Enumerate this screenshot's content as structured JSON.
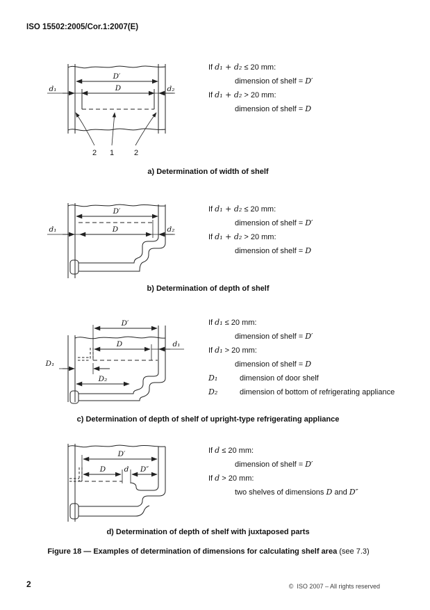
{
  "page": {
    "header": "ISO 15502:2005/Cor.1:2007(E)",
    "page_number": "2",
    "copyright": "©  ISO 2007 – All rights reserved",
    "figure_caption": "Figure 18 — Examples of determination of dimensions for calculating shelf area",
    "figure_caption_ref": " (see 7.3)"
  },
  "section_a": {
    "caption": "a) Determination of width of shelf",
    "cond1": {
      "pre": "If ",
      "math": "d₁ + d₂",
      "post": " ≤ 20 mm:"
    },
    "res1": {
      "pre": "dimension of shelf = ",
      "math": "D′"
    },
    "cond2": {
      "pre": "If ",
      "math": "d₁ + d₂",
      "post": " > 20 mm:"
    },
    "res2": {
      "pre": "dimension of shelf = ",
      "math": "D"
    },
    "labels": {
      "Dp": "D′",
      "D": "D",
      "d1": "d₁",
      "d2": "d₂",
      "k2a": "2",
      "k1": "1",
      "k2b": "2"
    }
  },
  "section_b": {
    "caption": "b) Determination of depth of shelf",
    "cond1": {
      "pre": "If ",
      "math": "d₁ + d₂",
      "post": " ≤ 20 mm:"
    },
    "res1": {
      "pre": "dimension of shelf = ",
      "math": "D′"
    },
    "cond2": {
      "pre": "If ",
      "math": "d₁ + d₂",
      "post": " > 20 mm:"
    },
    "res2": {
      "pre": "dimension of shelf = ",
      "math": "D"
    },
    "labels": {
      "Dp": "D′",
      "D": "D",
      "d1": "d₁",
      "d2": "d₂"
    }
  },
  "section_c": {
    "caption": "c) Determination of depth of shelf of upright-type refrigerating appliance",
    "cond1": {
      "pre": "If ",
      "math": "d₁",
      "post": " ≤ 20 mm:"
    },
    "res1": {
      "pre": "dimension of shelf = ",
      "math": "D′"
    },
    "cond2": {
      "pre": "If ",
      "math": "d₁",
      "post": " > 20 mm:"
    },
    "res2": {
      "pre": "dimension of shelf = ",
      "math": "D"
    },
    "def1": {
      "term": "D₁",
      "text": "dimension of door shelf"
    },
    "def2": {
      "term": "D₂",
      "text": "dimension of bottom of refrigerating appliance"
    },
    "labels": {
      "Dp": "D′",
      "D": "D",
      "d1": "d₁",
      "D1": "D₁",
      "D2": "D₂"
    }
  },
  "section_d": {
    "caption": "d) Determination of depth of shelf with juxtaposed parts",
    "cond1": {
      "pre": "If ",
      "math": "d",
      "post": " ≤ 20 mm:"
    },
    "res1": {
      "pre": "dimension of shelf = ",
      "math": "D′"
    },
    "cond2": {
      "pre": "If ",
      "math": "d",
      "post": " > 20 mm:"
    },
    "res2": {
      "pre": "two shelves of dimensions ",
      "math": "D",
      "mid": " and ",
      "math2": "D″"
    },
    "labels": {
      "Dp": "D′",
      "D": "D",
      "d": "d",
      "Dpp": "D″"
    }
  }
}
